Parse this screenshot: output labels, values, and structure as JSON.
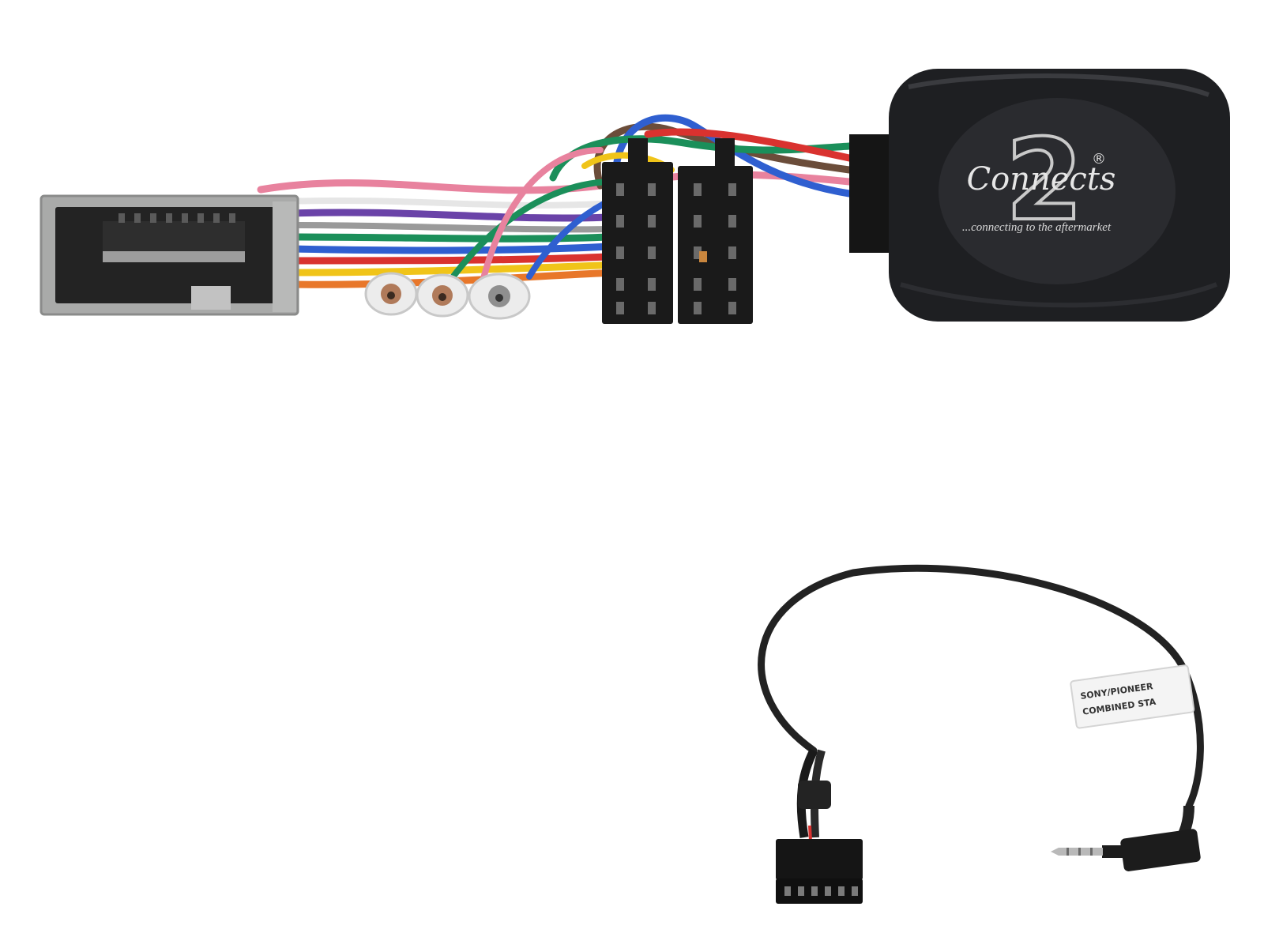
{
  "product": {
    "logo": {
      "wordmark": "Connects",
      "numeral": "2",
      "registered_mark": "®",
      "tagline": "...connecting to the aftermarket"
    },
    "cable_label": {
      "line1": "SONY/PIONEER",
      "line2": "COMBINED STA"
    }
  },
  "colors": {
    "background": "#ffffff",
    "interface_box": "#1e1f22",
    "connector_grey": "#a9aaa9",
    "connector_black": "#1a1a1a",
    "wire_pink": "#e8829e",
    "wire_red": "#d9322f",
    "wire_green": "#1b8f5a",
    "wire_blue": "#2f5fd0",
    "wire_purple": "#6a43a8",
    "wire_yellow": "#f0c419",
    "wire_orange": "#e8772a",
    "wire_brown": "#6b4d3a",
    "wire_grey": "#9a9a9a",
    "wire_white": "#e6e6e6"
  }
}
